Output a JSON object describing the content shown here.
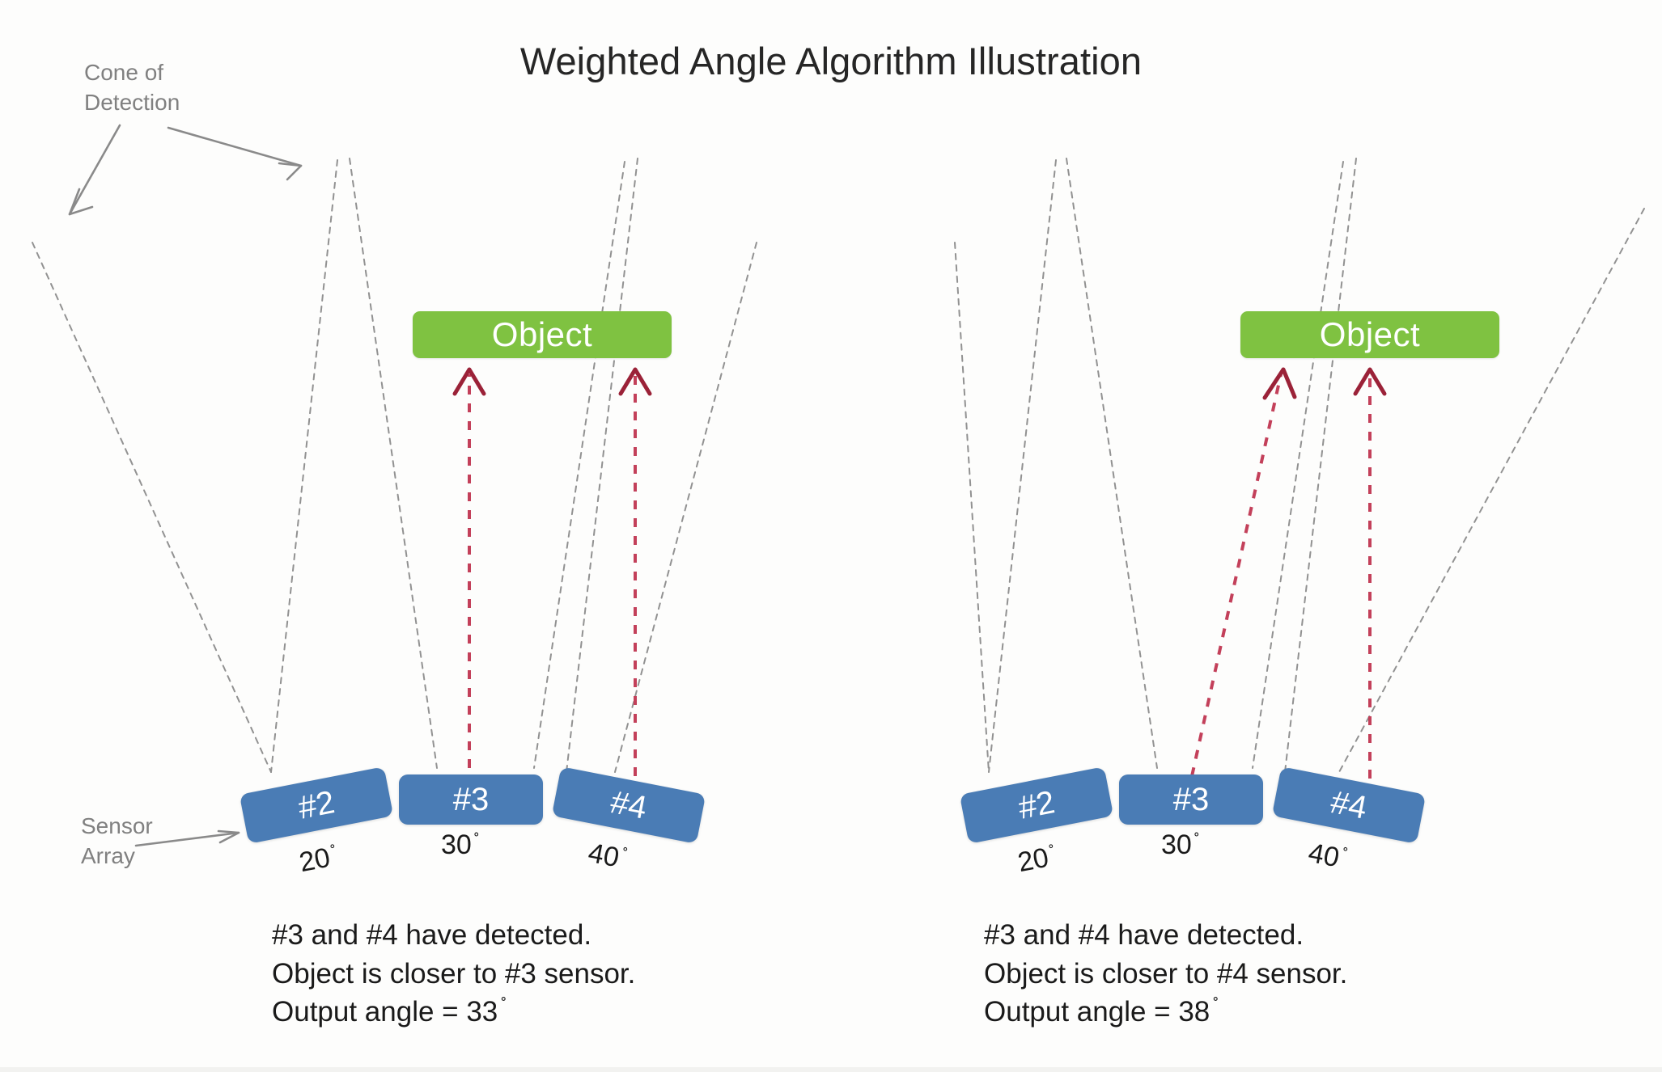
{
  "title": "Weighted Angle Algorithm Illustration",
  "annotations": {
    "cone_of_detection": "Cone of\nDetection",
    "cone_of_detection_line1": "Cone of",
    "cone_of_detection_line2": "Detection",
    "sensor_array": "Sensor\nArray",
    "sensor_array_line1": "Sensor",
    "sensor_array_line2": "Array"
  },
  "colors": {
    "object_green": "#7fc241",
    "sensor_blue": "#4a7cb5",
    "detection_arrow_red": "#c3405a",
    "cone_line_gray": "#8c8c8c",
    "annotation_gray": "#808080",
    "text_black": "#1a1a1a",
    "background": "#fdfdfc"
  },
  "object_label": "Object",
  "degree_symbol": "˚",
  "scenarios": [
    {
      "id": "left",
      "object_label": "Object",
      "sensors": [
        {
          "id": "2",
          "label": "#2",
          "angle": "20",
          "angle_unit": "˚",
          "tilt_deg": -11,
          "detected": false
        },
        {
          "id": "3",
          "label": "#3",
          "angle": "30",
          "angle_unit": "˚",
          "tilt_deg": 0,
          "detected": true
        },
        {
          "id": "4",
          "label": "#4",
          "angle": "40",
          "angle_unit": "˚",
          "tilt_deg": 11,
          "detected": true
        }
      ],
      "caption": [
        "#3 and #4 have detected.",
        "Object is closer to #3 sensor.",
        "Output angle = 33"
      ],
      "caption_line1": "#3 and #4 have detected.",
      "caption_line2": "Object is closer to #3 sensor.",
      "caption_line3_prefix": "Output angle = ",
      "output_angle": "33",
      "output_angle_unit": "˚"
    },
    {
      "id": "right",
      "object_label": "Object",
      "sensors": [
        {
          "id": "2",
          "label": "#2",
          "angle": "20",
          "angle_unit": "˚",
          "tilt_deg": -11,
          "detected": false
        },
        {
          "id": "3",
          "label": "#3",
          "angle": "30",
          "angle_unit": "˚",
          "tilt_deg": 0,
          "detected": true
        },
        {
          "id": "4",
          "label": "#4",
          "angle": "40",
          "angle_unit": "˚",
          "tilt_deg": 11,
          "detected": true
        }
      ],
      "caption": [
        "#3 and #4 have detected.",
        "Object is closer to #4 sensor.",
        "Output angle = 38"
      ],
      "caption_line1": "#3 and #4 have detected.",
      "caption_line2": "Object is closer to #4 sensor.",
      "caption_line3_prefix": "Output angle = ",
      "output_angle": "38",
      "output_angle_unit": "˚"
    }
  ],
  "diagram": {
    "cone_lines_note": "dashed gray cone-of-detection boundary lines radiating from each sensor",
    "detection_arrow_note": "red dashed arrows from detecting sensors up to the object"
  }
}
